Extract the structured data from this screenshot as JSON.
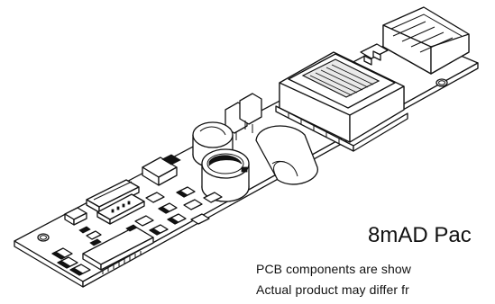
{
  "caption": {
    "title": "8mAD Pac",
    "line1": "PCB components are show",
    "line2": "Actual product may differ fr"
  },
  "colors": {
    "ink": "#111111",
    "background": "#ffffff",
    "shade": "#e9e9e9"
  }
}
